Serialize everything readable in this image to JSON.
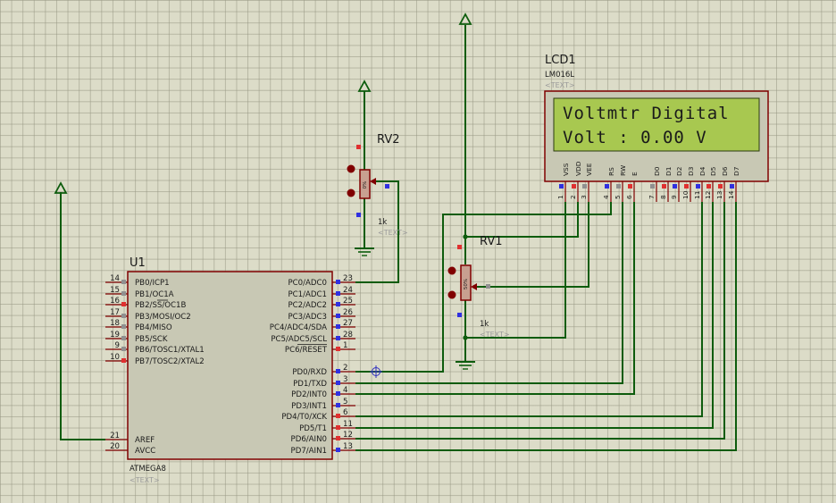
{
  "mcu": {
    "ref": "U1",
    "part": "ATMEGA8",
    "text": "<TEXT>",
    "left_pins": [
      {
        "num": "14",
        "name": "PB0/ICP1"
      },
      {
        "num": "15",
        "name": "PB1/OC1A"
      },
      {
        "num": "16",
        "name": "PB2/SS/OC1B"
      },
      {
        "num": "17",
        "name": "PB3/MOSI/OC2"
      },
      {
        "num": "18",
        "name": "PB4/MISO"
      },
      {
        "num": "19",
        "name": "PB5/SCK"
      },
      {
        "num": "9",
        "name": "PB6/TOSC1/XTAL1"
      },
      {
        "num": "10",
        "name": "PB7/TOSC2/XTAL2"
      },
      {
        "num": "21",
        "name": "AREF"
      },
      {
        "num": "20",
        "name": "AVCC"
      }
    ],
    "right_pins": [
      {
        "num": "23",
        "name": "PC0/ADC0"
      },
      {
        "num": "24",
        "name": "PC1/ADC1"
      },
      {
        "num": "25",
        "name": "PC2/ADC2"
      },
      {
        "num": "26",
        "name": "PC3/ADC3"
      },
      {
        "num": "27",
        "name": "PC4/ADC4/SDA"
      },
      {
        "num": "28",
        "name": "PC5/ADC5/SCL"
      },
      {
        "num": "1",
        "name": "PC6/RESET"
      },
      {
        "num": "2",
        "name": "PD0/RXD"
      },
      {
        "num": "3",
        "name": "PD1/TXD"
      },
      {
        "num": "4",
        "name": "PD2/INT0"
      },
      {
        "num": "5",
        "name": "PD3/INT1"
      },
      {
        "num": "6",
        "name": "PD4/T0/XCK"
      },
      {
        "num": "11",
        "name": "PD5/T1"
      },
      {
        "num": "12",
        "name": "PD6/AIN0"
      },
      {
        "num": "13",
        "name": "PD7/AIN1"
      }
    ]
  },
  "lcd": {
    "ref": "LCD1",
    "part": "LM016L",
    "text": "<TEXT>",
    "line1": "Voltmtr Digital",
    "line2": "Volt : 0.00 V",
    "screen_color": "#a8c850",
    "pins": [
      {
        "num": "1",
        "name": "VSS"
      },
      {
        "num": "2",
        "name": "VDD"
      },
      {
        "num": "3",
        "name": "VEE"
      },
      {
        "num": "4",
        "name": "RS"
      },
      {
        "num": "5",
        "name": "RW"
      },
      {
        "num": "6",
        "name": "E"
      },
      {
        "num": "7",
        "name": "D0"
      },
      {
        "num": "8",
        "name": "D1"
      },
      {
        "num": "9",
        "name": "D2"
      },
      {
        "num": "10",
        "name": "D3"
      },
      {
        "num": "11",
        "name": "D4"
      },
      {
        "num": "12",
        "name": "D5"
      },
      {
        "num": "13",
        "name": "D6"
      },
      {
        "num": "14",
        "name": "D7"
      }
    ]
  },
  "rv2": {
    "ref": "RV2",
    "value": "1k",
    "text": "<TEXT>",
    "body_label": "0%"
  },
  "rv1": {
    "ref": "RV1",
    "value": "1k",
    "text": "<TEXT>",
    "body_label": "50%"
  },
  "colors": {
    "wire": "#0d5c0d",
    "outline": "#800000",
    "pin_red": "#e03030",
    "pin_blue": "#3030e0"
  }
}
